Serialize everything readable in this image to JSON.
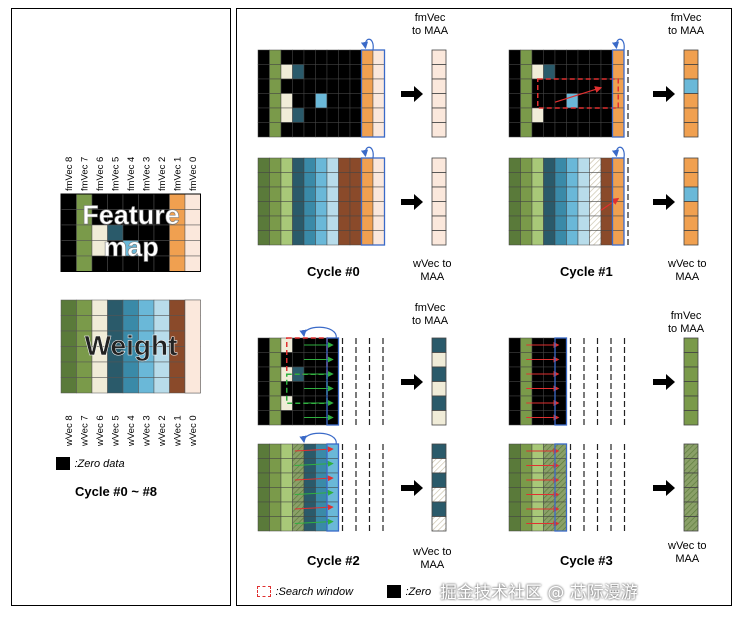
{
  "left": {
    "fmVec_labels": [
      "fmVec 8",
      "fmVec 7",
      "fmVec 6",
      "fmVec 5",
      "fmVec 4",
      "fmVec 3",
      "fmVec 2",
      "fmVec 1",
      "fmVec 0"
    ],
    "wVec_labels": [
      "wVec 8",
      "wVec 7",
      "wVec 6",
      "wVec 5",
      "wVec 4",
      "wVec 3",
      "wVec 2",
      "wVec 1",
      "wVec 0"
    ],
    "feature_label_line1": "Feature",
    "feature_label_line2": "map",
    "weight_label": "Weight",
    "zero_legend": ":Zero data",
    "cycle_range": "Cycle #0 ~ #8"
  },
  "right": {
    "fmvec_to_maa": [
      "fmVec",
      "to MAA"
    ],
    "wvec_to_maa": [
      "wVec to",
      "MAA"
    ],
    "cycles": [
      "Cycle #0",
      "Cycle #1",
      "Cycle #2",
      "Cycle #3"
    ],
    "legend_search": ":Search window",
    "legend_zero": ":Zero"
  },
  "watermark": "掘金技术社区 @ 芯际漫游",
  "colors": {
    "black": "#000000",
    "green_dark": "#5a7a3a",
    "green_mid": "#7a9a4a",
    "green_light": "#a8c878",
    "teal_dark": "#2a5a6a",
    "teal": "#3a8aa8",
    "sky": "#6ab8d8",
    "sky_light": "#b8dcea",
    "brown": "#8a4a2a",
    "orange": "#f0a050",
    "peach": "#fbe8dc",
    "cream": "#f0ecd8",
    "red_dash": "#e03030",
    "blue_outline": "#3a6ac8"
  }
}
